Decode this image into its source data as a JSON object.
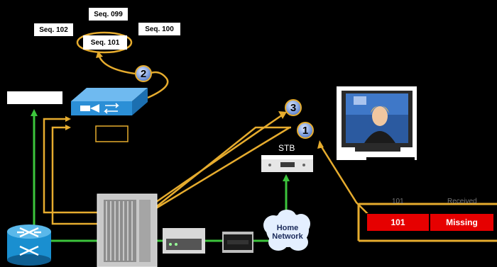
{
  "sequence_labels": {
    "seq_099": "Seq. 099",
    "seq_100": "Seq. 100",
    "seq_101": "Seq. 101",
    "seq_102": "Seq. 102"
  },
  "steps": {
    "step_1": "1",
    "step_2": "2",
    "step_3": "3"
  },
  "stb_label": "STB",
  "home_network": {
    "line1": "Home",
    "line2": "Network"
  },
  "status_table": {
    "header_left": "101",
    "header_right": "Received",
    "cell_left": "101",
    "cell_right": "Missing"
  },
  "colors": {
    "stream_line": "#e6ac2e",
    "network_line": "#3cc43c",
    "missing_cell": "#e60000",
    "router": "#1a8fd0",
    "sequencer": "#2b8fd6"
  },
  "icons": {
    "router": "router-icon",
    "sequencer": "retransmit-server-icon",
    "television": "tv-icon",
    "set_top_box": "set-top-box-icon",
    "cloud": "cloud-icon"
  }
}
